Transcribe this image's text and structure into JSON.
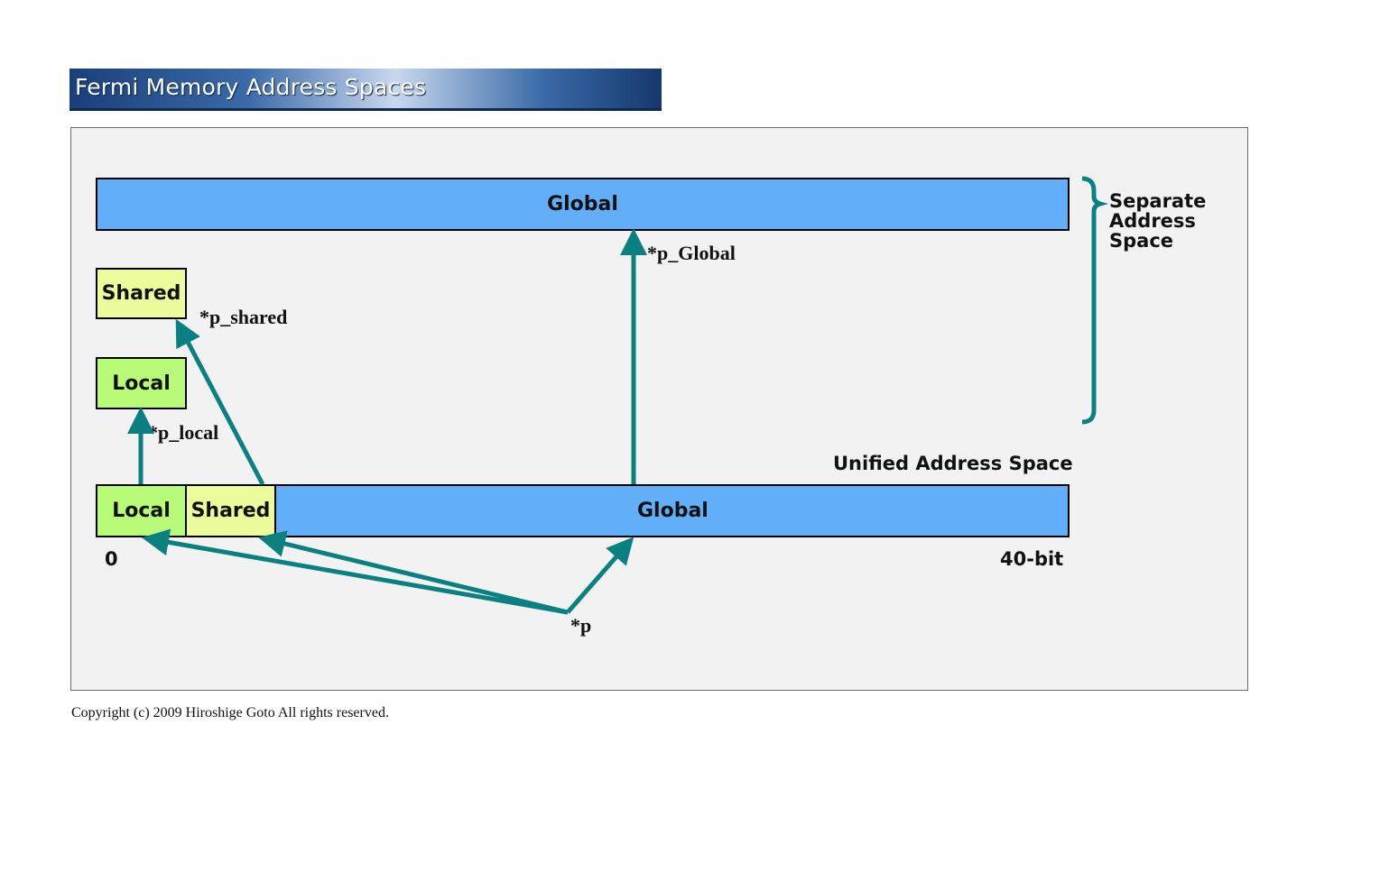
{
  "title": "Fermi Memory Address Spaces",
  "separate_space": {
    "global": "Global",
    "shared": "Shared",
    "local": "Local",
    "label_lines": [
      "Separate",
      "Address",
      "Space"
    ]
  },
  "unified_space": {
    "label": "Unified Address Space",
    "local": "Local",
    "shared": "Shared",
    "global": "Global",
    "start": "0",
    "end": "40-bit"
  },
  "pointers": {
    "p_global": "*p_Global",
    "p_shared": "*p_shared",
    "p_local": "*p_local",
    "p": "*p"
  },
  "colors": {
    "global": "#62aef8",
    "shared": "#ecfb9b",
    "local": "#b7fb79",
    "arrow": "#0b8080"
  },
  "copyright": "Copyright (c) 2009 Hiroshige Goto All rights reserved."
}
